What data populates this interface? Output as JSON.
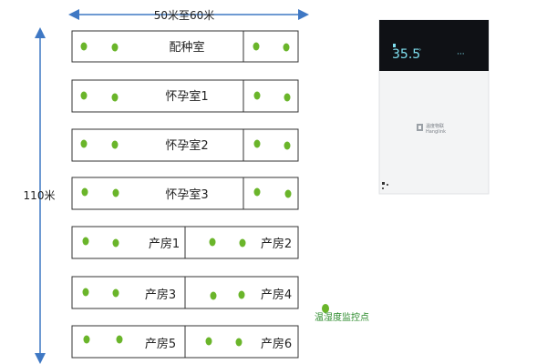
{
  "dimensions": {
    "width_label": "50米至60米",
    "height_label": "110米"
  },
  "rooms": [
    {
      "label": "配种室"
    },
    {
      "label": "怀孕室1"
    },
    {
      "label": "怀孕室2"
    },
    {
      "label": "怀孕室3"
    },
    {
      "label": "产房1"
    },
    {
      "label": "产房2"
    },
    {
      "label": "产房3"
    },
    {
      "label": "产房4"
    },
    {
      "label": "产房5"
    },
    {
      "label": "产房6"
    }
  ],
  "legend": {
    "label": "温湿度监控点"
  },
  "device": {
    "temperature": "35.5",
    "unit": "°",
    "menu": "···",
    "brand_cn": "温度物联",
    "brand_en": "Hanglink"
  },
  "colors": {
    "sensor_dot": "#6ab52a",
    "arrow": "#3f78c4",
    "room_border": "#333333",
    "device_screen": "#0f1115",
    "device_text": "#7fe0f0"
  }
}
